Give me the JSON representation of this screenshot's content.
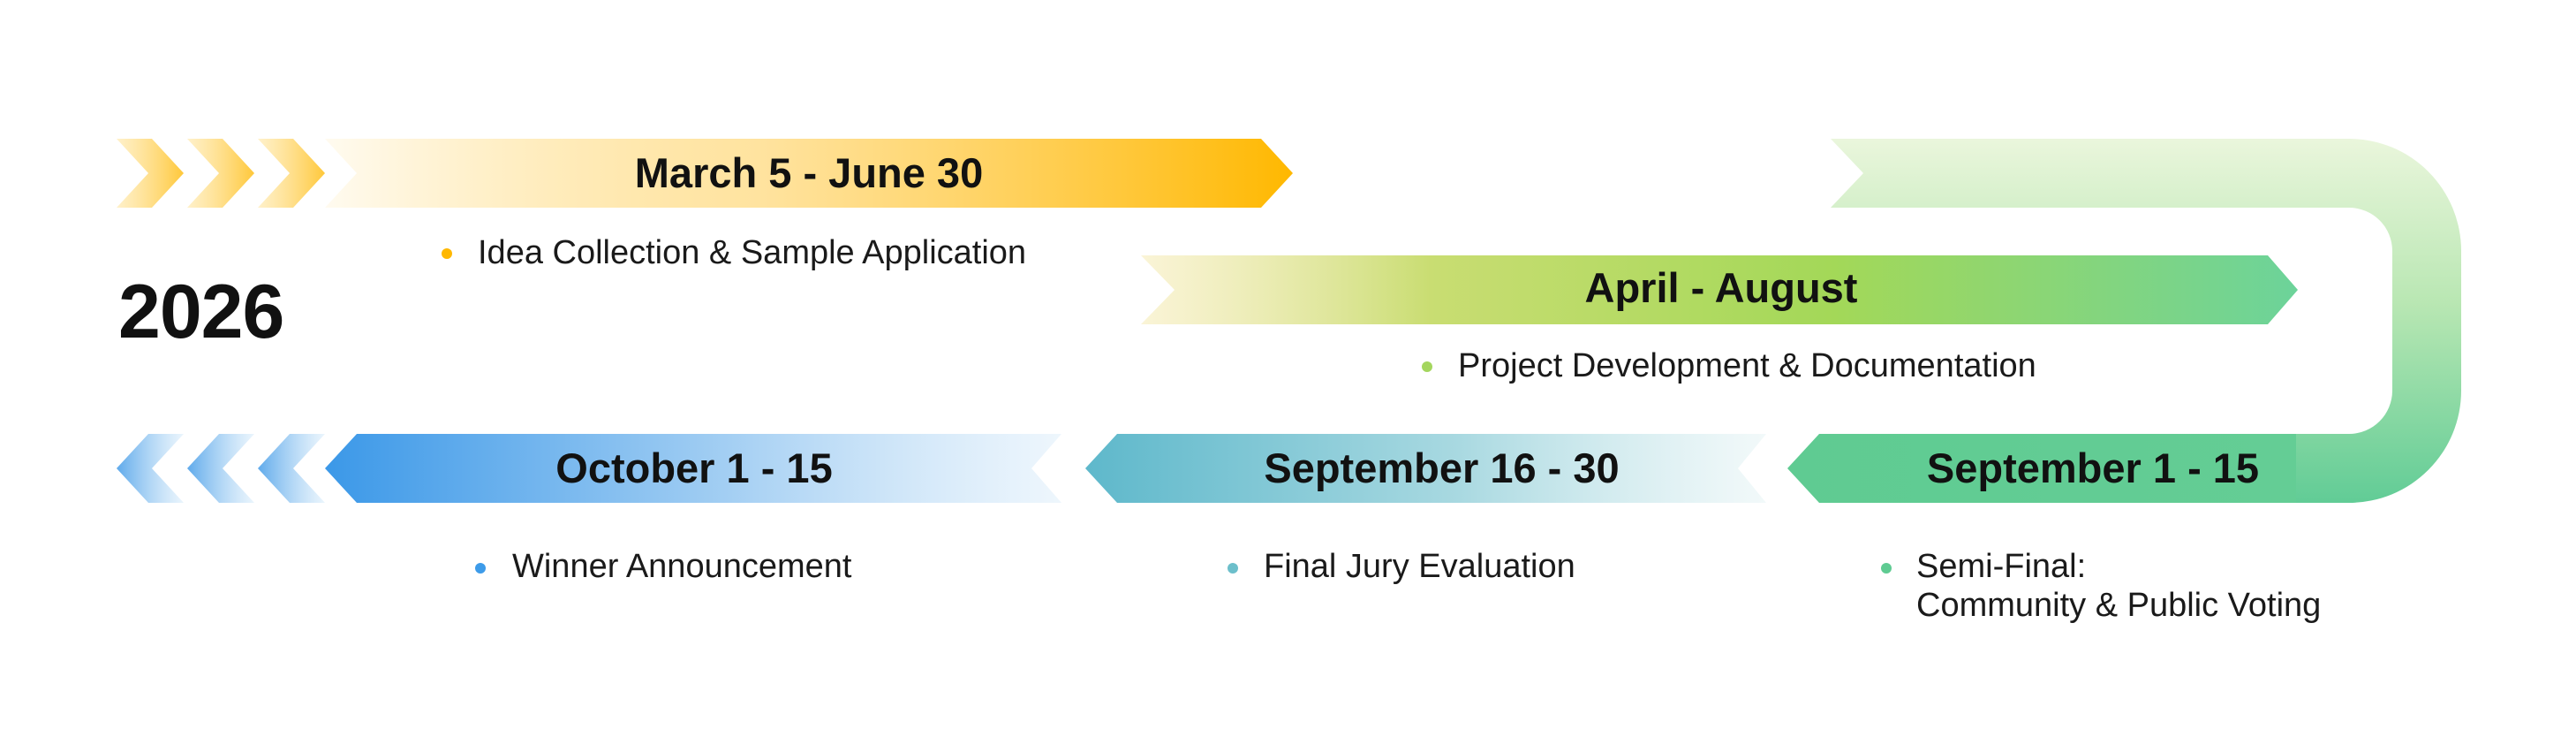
{
  "year": "2026",
  "phases": [
    {
      "id": "p1",
      "dates": "March 5 - June 30",
      "description": [
        "Idea Collection & Sample Application"
      ],
      "color": "#FFB800"
    },
    {
      "id": "p2",
      "dates": "April - August",
      "description": [
        "Project Development & Documentation"
      ],
      "color": "#A4D65E"
    },
    {
      "id": "p3",
      "dates": "September 1 - 15",
      "description": [
        "Semi-Final:",
        "Community & Public Voting"
      ],
      "color": "#5FCB92"
    },
    {
      "id": "p4",
      "dates": "September 16 - 30",
      "description": [
        "Final Jury Evaluation"
      ],
      "color": "#6CBFCB"
    },
    {
      "id": "p5",
      "dates": "October 1 - 15",
      "description": [
        "Winner Announcement"
      ],
      "color": "#3D9BE9"
    }
  ]
}
